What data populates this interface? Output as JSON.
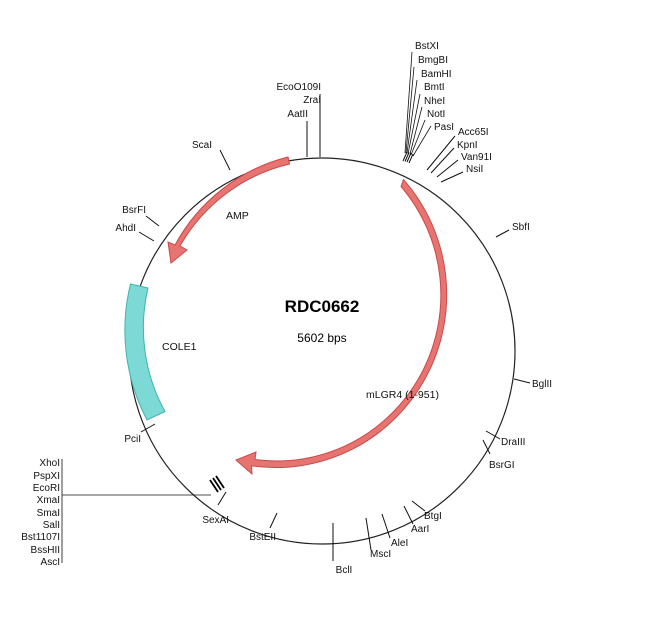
{
  "plasmid": {
    "name": "RDC0662",
    "size_label": "5602 bps"
  },
  "features": [
    {
      "id": "mlgr4",
      "label": "mLGR4 (1-951)",
      "color": "#e87472",
      "stroke": "#c84a48"
    },
    {
      "id": "amp",
      "label": "AMP",
      "color": "#e87472",
      "stroke": "#c84a48"
    },
    {
      "id": "cole1",
      "label": "COLE1",
      "color": "#7dd9d6",
      "stroke": "#3fb3b0"
    }
  ],
  "sites": {
    "mcs_top": [
      "BstXI",
      "BmgBI",
      "BamHI",
      "BmtI",
      "NheI",
      "NotI",
      "PasI"
    ],
    "right_cluster": [
      "Acc65I",
      "KpnI",
      "Van91I",
      "NsiI"
    ],
    "top_left": [
      "EcoO109I",
      "ZraI",
      "AatII"
    ],
    "scai": "ScaI",
    "left_upper": [
      "BsrFI",
      "AhdI"
    ],
    "sbfi": "SbfI",
    "bglii": "BglII",
    "lower_right": [
      "DraIII",
      "BsrGI"
    ],
    "bottom": [
      "BtgI",
      "AarI",
      "AleI",
      "MscI"
    ],
    "bcli": "BclI",
    "bsteii": "BstEII",
    "sexai": "SexAI",
    "pcii": "PciI",
    "mcs_left": [
      "XhoI",
      "PspXI",
      "EcoRI",
      "XmaI",
      "SmaI",
      "SalI",
      "Bst1107I",
      "BssHII",
      "AscI"
    ]
  }
}
